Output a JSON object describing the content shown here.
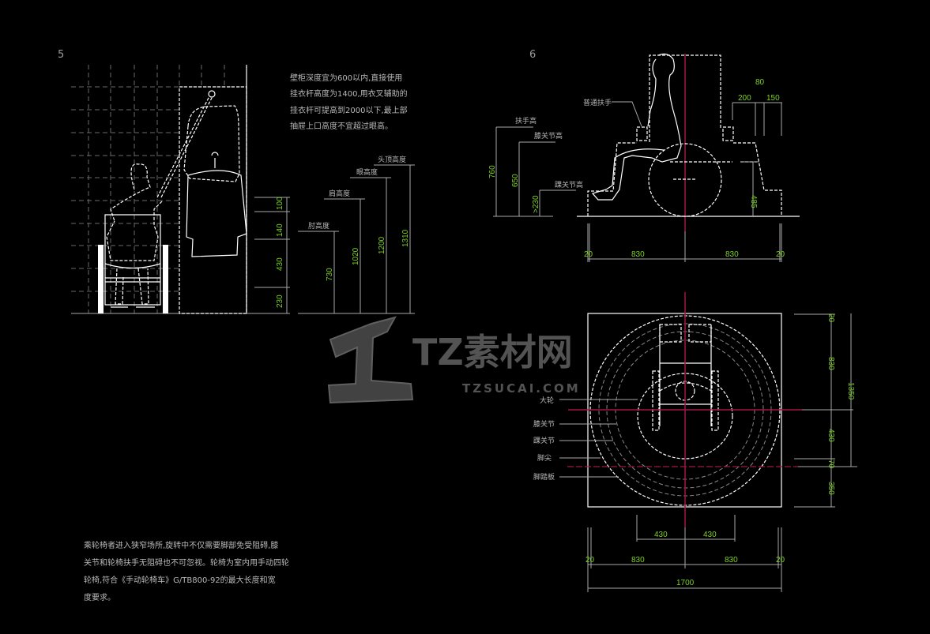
{
  "section5": {
    "number": "5",
    "note_lines": [
      "壁柜深度宜为600以内,直接使用",
      "挂衣杆高度为1400,用衣叉辅助的",
      "挂衣杆可提高到2000以下,最上部",
      "抽屉上口高度不宜超过眼高。"
    ],
    "levels": [
      {
        "label": "肘高度",
        "value": "730"
      },
      {
        "label": "肩高度",
        "value": "1020"
      },
      {
        "label": "眼高度",
        "value": "1200"
      },
      {
        "label": "头顶高度",
        "value": "1310"
      }
    ],
    "stack_dims": [
      "100",
      "140",
      "430",
      "230"
    ]
  },
  "section6": {
    "number": "6",
    "armrest_label": "普通扶手",
    "levels": [
      {
        "label": "扶手高",
        "value": "760"
      },
      {
        "label": "膝关节高",
        "value": "650"
      },
      {
        "label": "踝关节高",
        "value": ">230"
      }
    ],
    "right_dims": {
      "height": "485",
      "top": "80",
      "a": "200",
      "b": "150"
    },
    "bottom_dims": [
      "20",
      "830",
      "830",
      "20"
    ]
  },
  "plan": {
    "labels": [
      "大轮",
      "膝关节",
      "踝关节",
      "脚尖",
      "脚踏板"
    ],
    "right_dims": [
      "20",
      "830",
      "430",
      "70",
      "350"
    ],
    "overall_height": "1350",
    "inner_dims": [
      "430",
      "430"
    ],
    "bottom_dims": [
      "20",
      "830",
      "830",
      "20"
    ],
    "overall_width": "1700"
  },
  "bottom_note": [
    "乘轮椅者进入狭窄场所,旋转中不仅需要脚部免受阻碍,膝",
    "关节和轮椅扶手无阻碍也不可忽视。轮椅为室内用手动四轮",
    "轮椅,符合《手动轮椅车》G/TB800-92的最大长度和宽",
    "度要求。"
  ],
  "watermark": {
    "brand": "TZ素材网",
    "url": "TZSUCAI.COM"
  }
}
